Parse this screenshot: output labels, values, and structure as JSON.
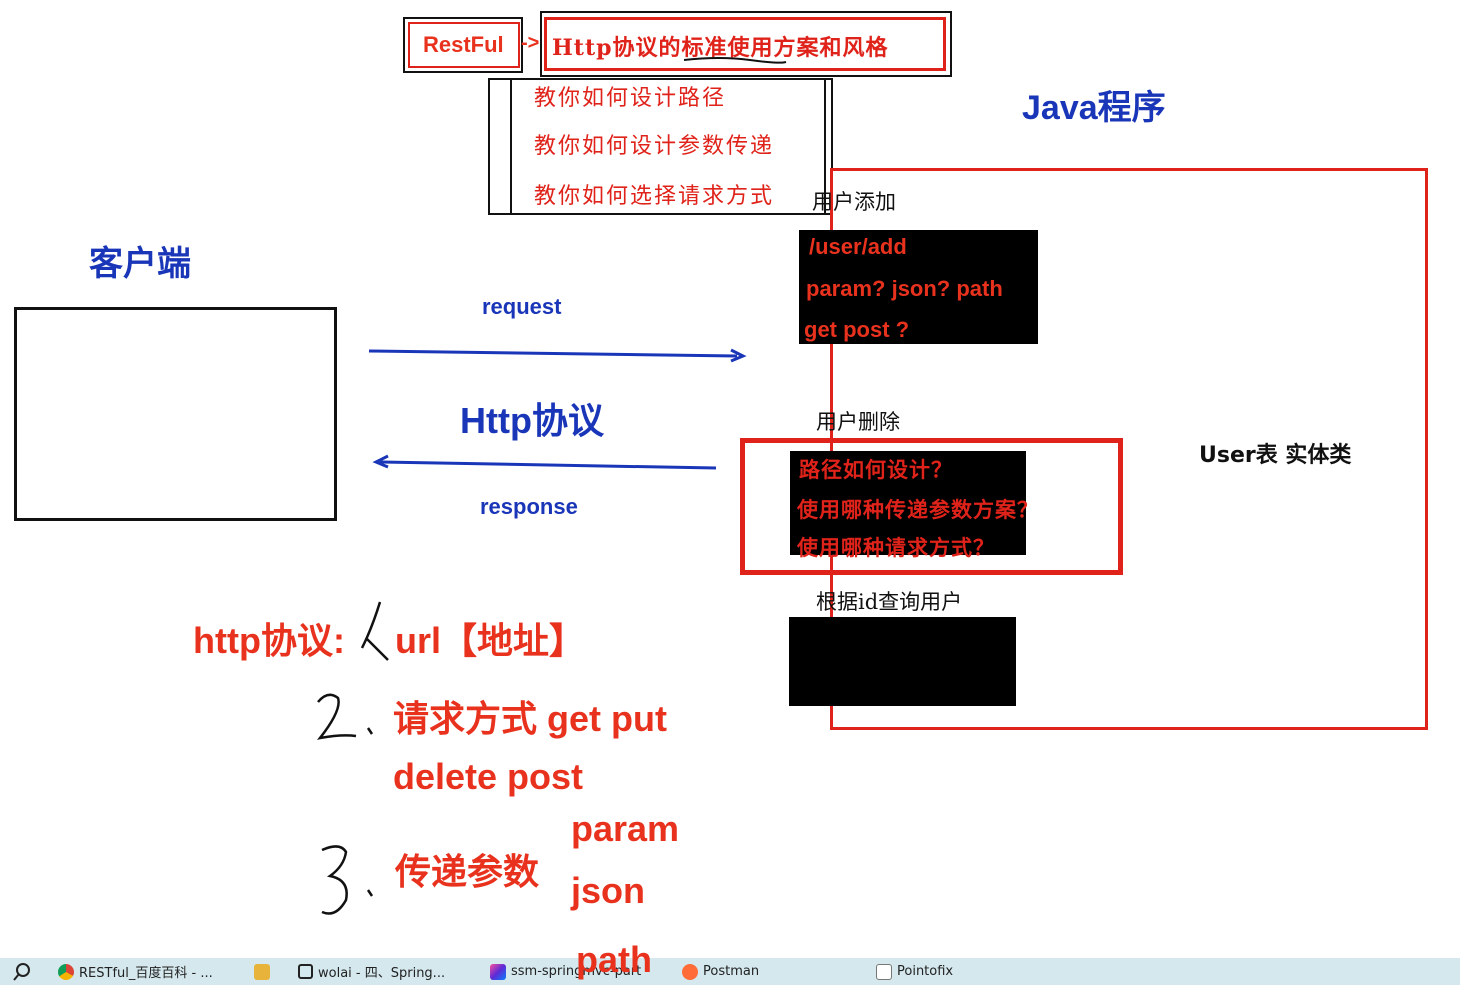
{
  "top": {
    "restful": "RestFul",
    "arrow": "->",
    "http_standard": "Http协议的标准使用方案和风格",
    "items": [
      "教你如何设计路径",
      "教你如何设计参数传递",
      "教你如何选择请求方式"
    ]
  },
  "java_title": "Java程序",
  "client_title": "客户端",
  "request_label": "request",
  "http_label": "Http协议",
  "response_label": "response",
  "user_add": {
    "heading": "用户添加",
    "lines": [
      "/user/add",
      "param? json? path",
      "get post ?"
    ]
  },
  "user_delete": {
    "heading": "用户删除",
    "lines": [
      "路径如何设计？",
      "使用哪种传递参数方案？",
      "使用哪种请求方式？"
    ]
  },
  "user_query": {
    "heading": "根据id查询用户"
  },
  "user_entity": "User表 实体类",
  "notes": {
    "http_prefix": "http协议:",
    "url": "url【地址】",
    "method_line1": "请求方式 get put",
    "method_line2": "delete post",
    "params": "传递参数",
    "param": "param",
    "json": "json",
    "path": "path",
    "hand_2": "2.",
    "hand_3": "3."
  },
  "taskbar": {
    "items": [
      {
        "label": "RESTful_百度百科 - ...",
        "icon": "chrome-icon"
      },
      {
        "label": "",
        "icon": "file-explorer-icon"
      },
      {
        "label": "wolai - 四、Spring...",
        "icon": "wolai-icon"
      },
      {
        "label": "ssm-springmvc-part",
        "icon": "intellij-icon"
      },
      {
        "label": "Postman",
        "icon": "postman-icon"
      },
      {
        "label": "Pointofix",
        "icon": "pointofix-icon"
      }
    ]
  },
  "colors": {
    "red": "#e0231a",
    "blue": "#1a36b8",
    "taskbar": "#d4e8ee"
  }
}
